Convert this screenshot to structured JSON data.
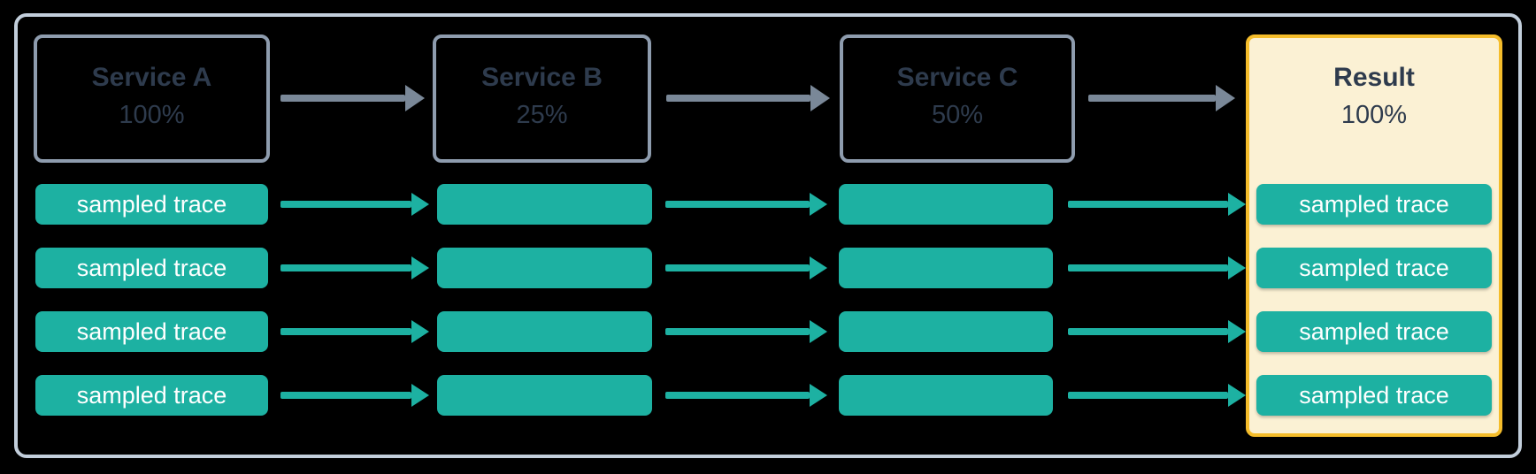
{
  "diagram_type": "sampling-flow",
  "services": [
    {
      "name": "Service A",
      "rate": "100%"
    },
    {
      "name": "Service B",
      "rate": "25%"
    },
    {
      "name": "Service C",
      "rate": "50%"
    }
  ],
  "result": {
    "name": "Result",
    "rate": "100%"
  },
  "trace": {
    "label": "sampled trace",
    "rows": 4
  },
  "colors": {
    "trace_teal": "#1DB1A2",
    "arrow_slate": "#7A8898",
    "service_border": "#8E9CAE",
    "frame_border": "#C2CEDB",
    "text_dark": "#2E3B4D",
    "result_bg": "#FBF1D4",
    "result_border": "#F5BD2B",
    "trace_text": "#FFFFFF",
    "background": "#000000"
  }
}
